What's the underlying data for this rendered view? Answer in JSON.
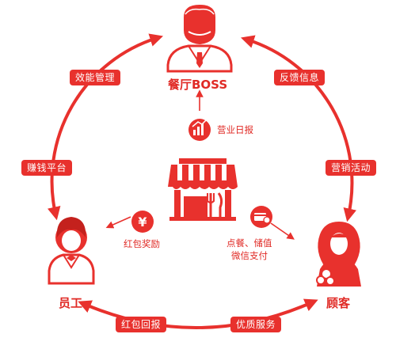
{
  "roles": {
    "boss": "餐厅BOSS",
    "staff": "员工",
    "customer": "顾客"
  },
  "cycle_labels": {
    "efficiency": "效能管理",
    "feedback": "反馈信息",
    "earn": "赚钱平台",
    "marketing": "营销活动",
    "red_packet_return": "红包回报",
    "quality_service": "优质服务"
  },
  "center_labels": {
    "daily_report": "营业日报",
    "red_packet_reward": "红包奖励",
    "order_line1": "点餐、储值",
    "order_line2": "微信支付"
  },
  "colors": {
    "accent": "#e8312d",
    "text": "#e02a25"
  },
  "icons": [
    "boss-icon",
    "staff-icon",
    "customer-icon",
    "restaurant-icon",
    "chart-icon",
    "yen-icon",
    "payment-icon"
  ]
}
